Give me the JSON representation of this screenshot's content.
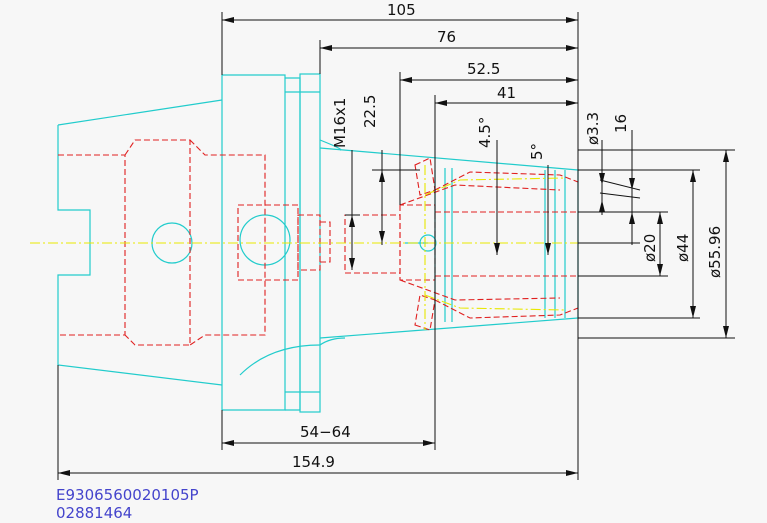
{
  "dimensions": {
    "d105": "105",
    "d76": "76",
    "d52_5": "52.5",
    "d41": "41",
    "d54_64": "54−64",
    "d154_9": "154.9",
    "m16": "M16x1",
    "d22_5": "22.5",
    "ang4_5": "4.5°",
    "ang5": "5°",
    "dia3_3": "ø3.3",
    "d16": "16",
    "dia20": "ø20",
    "dia44": "ø44",
    "dia55_96": "ø55.96"
  },
  "codes": {
    "line1": "E9306560020105P",
    "line2": "02881464"
  },
  "colors": {
    "outline": "#22cccc",
    "hidden": "#e02020",
    "center": "#e8e800",
    "text": "#4444cc"
  }
}
